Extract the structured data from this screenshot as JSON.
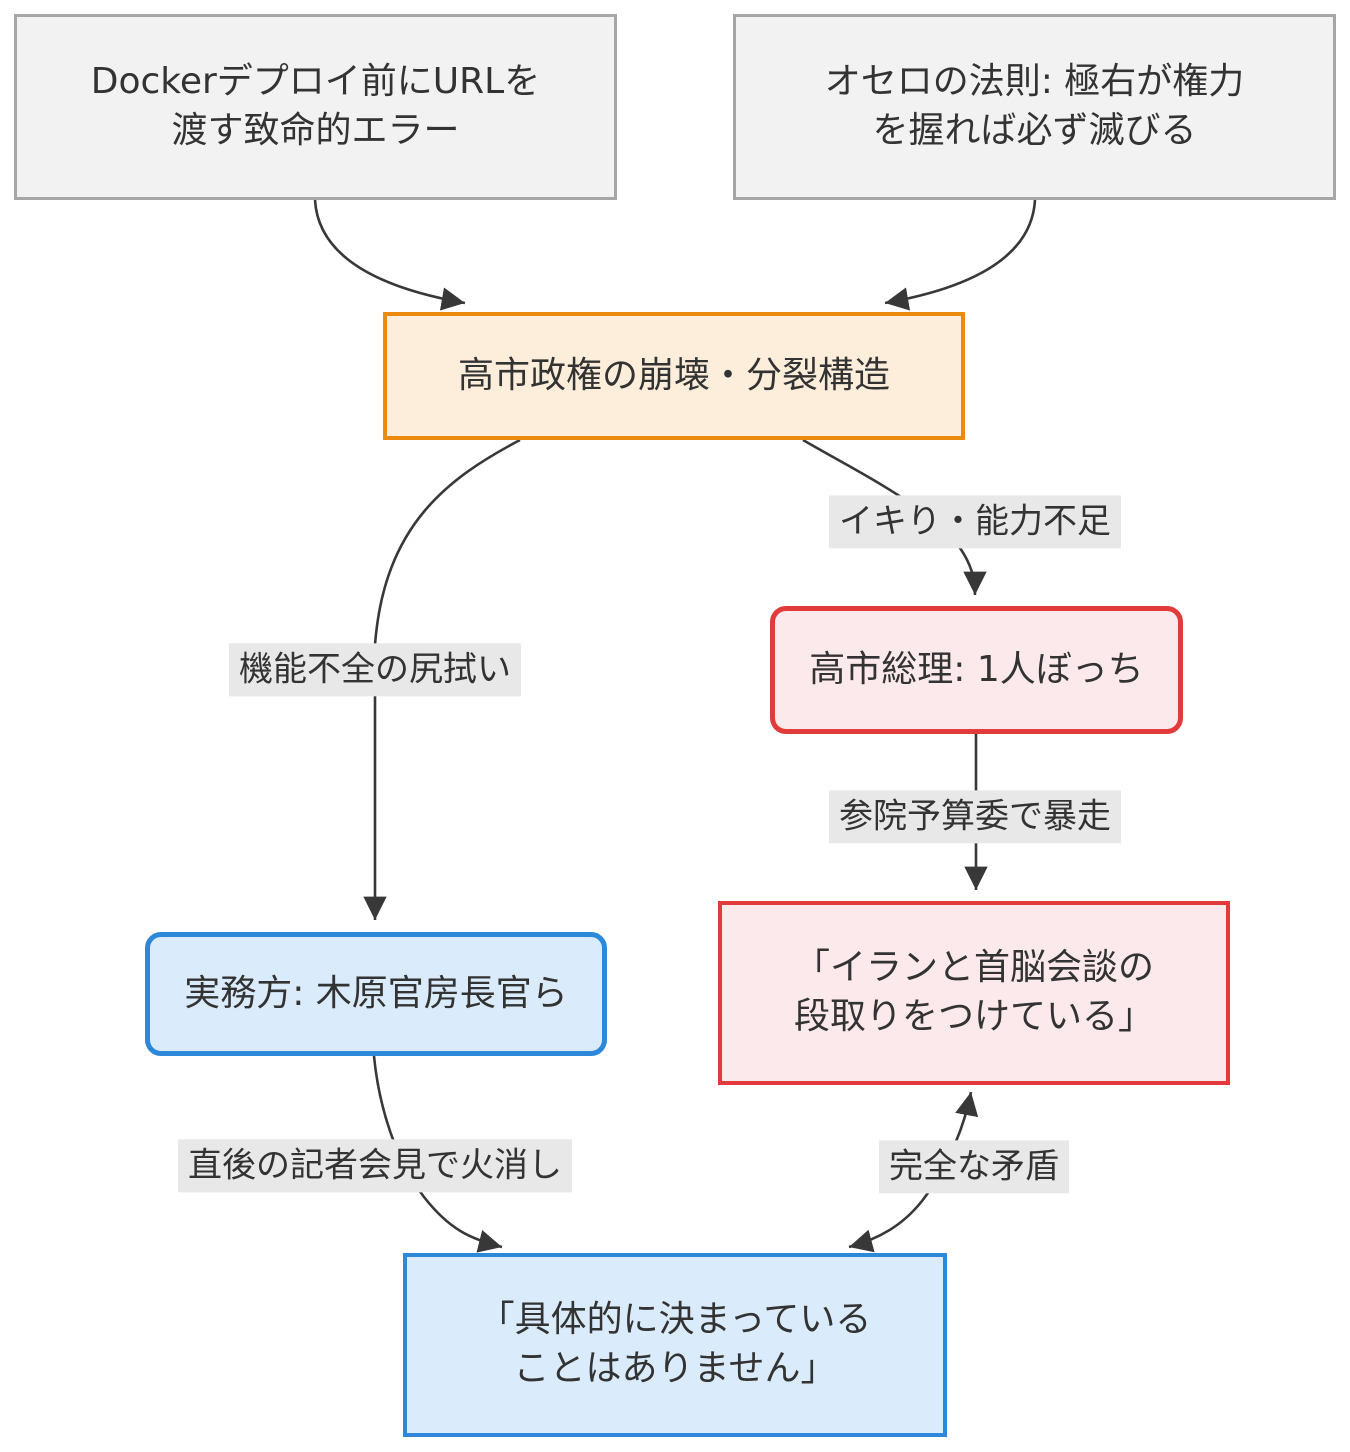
{
  "diagram": {
    "type": "flowchart",
    "direction": "top-down",
    "nodes": [
      {
        "id": "docker-error",
        "label": "Dockerデプロイ前にURLを\n渡す致命的エラー",
        "style": "gray"
      },
      {
        "id": "othello-law",
        "label": "オセロの法則: 極右が権力\nを握れば必ず滅びる",
        "style": "gray"
      },
      {
        "id": "collapse-structure",
        "label": "高市政権の崩壊・分裂構造",
        "style": "orange"
      },
      {
        "id": "takaichi-alone",
        "label": "高市総理: 1人ぼっち",
        "style": "red-rounded"
      },
      {
        "id": "iran-summit-quote",
        "label": "「イランと首脳会談の\n段取りをつけている」",
        "style": "red"
      },
      {
        "id": "kihara-staff",
        "label": "実務方: 木原官房長官ら",
        "style": "blue-rounded"
      },
      {
        "id": "nothing-decided",
        "label": "「具体的に決まっている\nことはありません」",
        "style": "blue"
      }
    ],
    "edges": [
      {
        "from": "docker-error",
        "to": "collapse-structure",
        "label": ""
      },
      {
        "from": "othello-law",
        "to": "collapse-structure",
        "label": ""
      },
      {
        "from": "collapse-structure",
        "to": "kihara-staff",
        "label": "機能不全の尻拭い"
      },
      {
        "from": "collapse-structure",
        "to": "takaichi-alone",
        "label": "イキり・能力不足"
      },
      {
        "from": "takaichi-alone",
        "to": "iran-summit-quote",
        "label": "参院予算委で暴走"
      },
      {
        "from": "kihara-staff",
        "to": "nothing-decided",
        "label": "直後の記者会見で火消し"
      },
      {
        "from": "iran-summit-quote",
        "to": "nothing-decided",
        "label": "完全な矛盾",
        "bidirectional": true
      }
    ]
  },
  "colors": {
    "gray_fill": "#F2F2F2",
    "gray_stroke": "#A6A6A6",
    "orange_fill": "#FCEEDB",
    "orange_stroke": "#EA8A0F",
    "red_fill": "#FCE9EB",
    "red_stroke": "#E23B3B",
    "blue_fill": "#DAEBFB",
    "blue_stroke": "#2E88D9",
    "edge_stroke": "#383838",
    "label_bg": "#E8E8E8",
    "text": "#333333"
  }
}
